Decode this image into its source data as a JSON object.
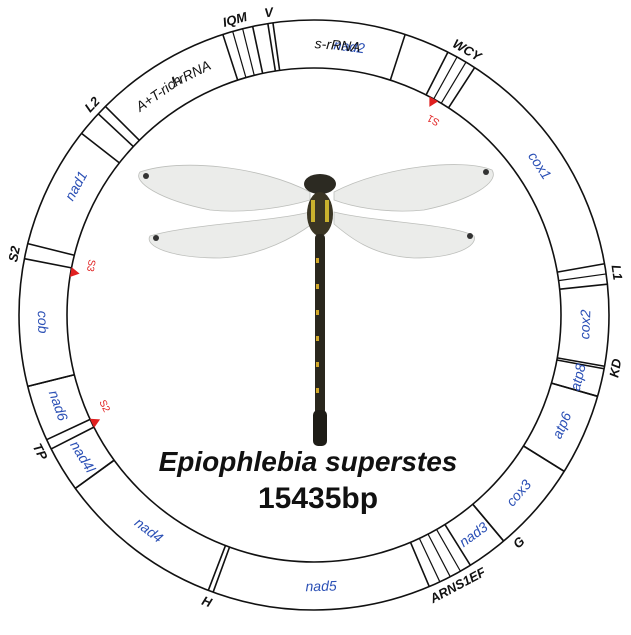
{
  "genome": {
    "species": "Epiophlebia superstes",
    "size": "15435bp"
  },
  "colors": {
    "protein_gene": "#2a4fb5",
    "rna_gene": "#111111",
    "marker": "#e02020",
    "ring_stroke": "#111111"
  },
  "ring": {
    "segments": [
      {
        "label": "A+T-rich",
        "type": "rna",
        "start": -52,
        "end": -18
      },
      {
        "label": "nad2",
        "type": "protein",
        "start": -12,
        "end": 27
      },
      {
        "label": "cox1",
        "type": "protein",
        "start": 33,
        "end": 80
      },
      {
        "label": "cox2",
        "type": "protein",
        "start": 84,
        "end": 100
      },
      {
        "label": "atp8",
        "type": "protein",
        "start": 100.5,
        "end": 106
      },
      {
        "label": "atp6",
        "type": "protein",
        "start": 106,
        "end": 122
      },
      {
        "label": "cox3",
        "type": "protein",
        "start": 122,
        "end": 140
      },
      {
        "label": "nad3",
        "type": "protein",
        "start": 140,
        "end": 148
      },
      {
        "label": "nad5",
        "type": "protein",
        "start": 157,
        "end": 200
      },
      {
        "label": "nad4",
        "type": "protein",
        "start": 201,
        "end": 234
      },
      {
        "label": "nad4l",
        "type": "protein",
        "start": 234,
        "end": 243
      },
      {
        "label": "nad6",
        "type": "protein",
        "start": 245,
        "end": 256
      },
      {
        "label": "cob",
        "type": "protein",
        "start": 256,
        "end": 281
      },
      {
        "label": "nad1",
        "type": "protein",
        "start": 284,
        "end": 313
      },
      {
        "label": "l-rRNA",
        "type": "rna",
        "start": 315,
        "end": 351
      },
      {
        "label": "s-rRNA",
        "type": "rna",
        "start": 352,
        "end": 378
      }
    ],
    "trna_labels": [
      {
        "label": "IQM",
        "angle": -15
      },
      {
        "label": "WCY",
        "angle": 30
      },
      {
        "label": "L1",
        "angle": 82
      },
      {
        "label": "KD",
        "angle": 100
      },
      {
        "label": "G",
        "angle": 138
      },
      {
        "label": "ARNS1EF",
        "angle": 152
      },
      {
        "label": "H",
        "angle": 200.5
      },
      {
        "label": "TP",
        "angle": 243.5
      },
      {
        "label": "S2",
        "angle": 281.5
      },
      {
        "label": "L2",
        "angle": 313.5
      },
      {
        "label": "V",
        "angle": 351.5
      }
    ],
    "markers": [
      {
        "label": "S1",
        "angle": 29
      },
      {
        "label": "S3",
        "angle": 280
      },
      {
        "label": "S2",
        "angle": 244
      }
    ]
  }
}
